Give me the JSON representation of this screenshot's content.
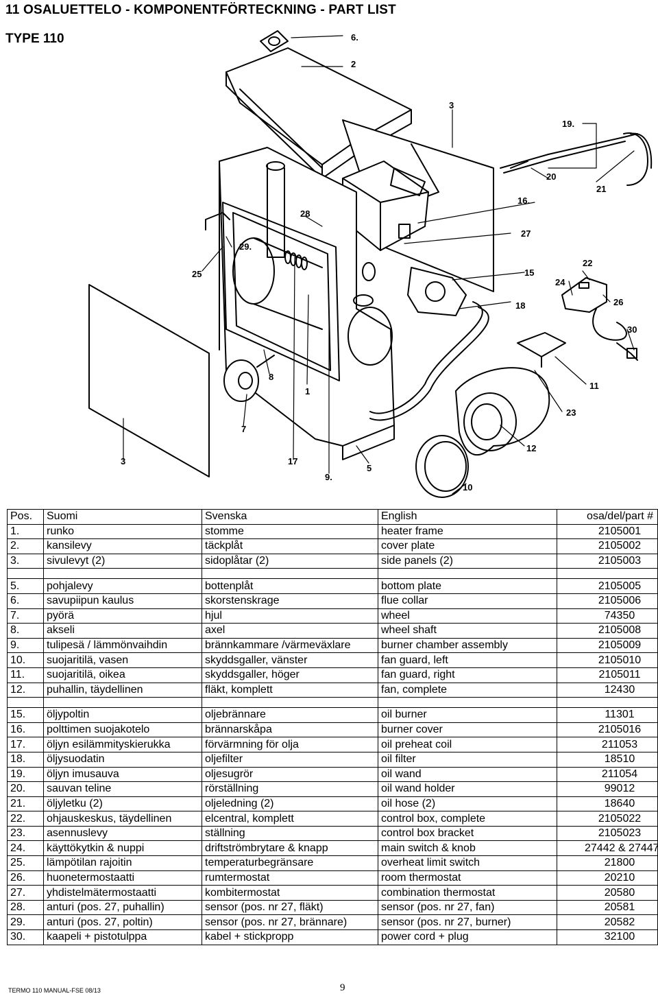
{
  "heading": "11  OSALUETTELO - KOMPONENTFÖRTECKNING - PART LIST",
  "type_label": "TYPE 110",
  "callouts": [
    "6.",
    "2",
    "3",
    "19.",
    "20",
    "21",
    "16.",
    "28",
    "27",
    "29.",
    "25",
    "15",
    "22",
    "24",
    "18",
    "26",
    "30",
    "8",
    "1",
    "11",
    "23",
    "7",
    "12",
    "3",
    "17",
    "5",
    "9.",
    "10"
  ],
  "table": {
    "headers": [
      "Pos.",
      "Suomi",
      "Svenska",
      "English",
      "osa/del/part #"
    ],
    "rows": [
      {
        "pos": "1.",
        "fi": "runko",
        "sv": "stomme",
        "en": "heater frame",
        "part": "2105001"
      },
      {
        "pos": "2.",
        "fi": "kansilevy",
        "sv": "täckplåt",
        "en": "cover plate",
        "part": "2105002"
      },
      {
        "pos": "3.",
        "fi": "sivulevyt (2)",
        "sv": "sidoplåtar (2)",
        "en": "side panels (2)",
        "part": "2105003"
      },
      {
        "pos": "",
        "fi": "",
        "sv": "",
        "en": "",
        "part": ""
      },
      {
        "pos": "5.",
        "fi": "pohjalevy",
        "sv": "bottenplåt",
        "en": "bottom plate",
        "part": "2105005"
      },
      {
        "pos": "6.",
        "fi": "savupiipun kaulus",
        "sv": "skorstenskrage",
        "en": "flue collar",
        "part": "2105006"
      },
      {
        "pos": "7.",
        "fi": "pyörä",
        "sv": "hjul",
        "en": "wheel",
        "part": "74350"
      },
      {
        "pos": "8.",
        "fi": "akseli",
        "sv": "axel",
        "en": "wheel shaft",
        "part": "2105008"
      },
      {
        "pos": "9.",
        "fi": "tulipesä / lämmönvaihdin",
        "sv": "brännkammare /värmeväxlare",
        "en": "burner chamber assembly",
        "part": "2105009"
      },
      {
        "pos": "10.",
        "fi": "suojaritilä, vasen",
        "sv": "skyddsgaller, vänster",
        "en": "fan guard, left",
        "part": "2105010"
      },
      {
        "pos": "11.",
        "fi": "suojaritilä, oikea",
        "sv": "skyddsgaller, höger",
        "en": "fan guard, right",
        "part": "2105011"
      },
      {
        "pos": "12.",
        "fi": "puhallin, täydellinen",
        "sv": "fläkt, komplett",
        "en": "fan, complete",
        "part": "12430"
      },
      {
        "pos": "",
        "fi": "",
        "sv": "",
        "en": "",
        "part": ""
      },
      {
        "pos": "15.",
        "fi": "öljypoltin",
        "sv": "oljebrännare",
        "en": "oil burner",
        "part": "11301"
      },
      {
        "pos": "16.",
        "fi": "polttimen suojakotelo",
        "sv": "brännarskåpa",
        "en": "burner cover",
        "part": "2105016"
      },
      {
        "pos": "17.",
        "fi": "öljyn esilämmityskierukka",
        "sv": "förvärmning för olja",
        "en": "oil preheat coil",
        "part": "211053"
      },
      {
        "pos": "18.",
        "fi": "öljysuodatin",
        "sv": "oljefilter",
        "en": "oil filter",
        "part": "18510"
      },
      {
        "pos": "19.",
        "fi": "öljyn imusauva",
        "sv": "oljesugrör",
        "en": "oil wand",
        "part": "211054"
      },
      {
        "pos": "20.",
        "fi": "sauvan teline",
        "sv": "rörställning",
        "en": "oil wand holder",
        "part": "99012"
      },
      {
        "pos": "21.",
        "fi": "öljyletku (2)",
        "sv": "oljeledning (2)",
        "en": "oil hose (2)",
        "part": "18640"
      },
      {
        "pos": "22.",
        "fi": "ohjauskeskus, täydellinen",
        "sv": "elcentral, komplett",
        "en": "control box, complete",
        "part": "2105022"
      },
      {
        "pos": "23.",
        "fi": "asennuslevy",
        "sv": "ställning",
        "en": "control box bracket",
        "part": "2105023"
      },
      {
        "pos": "24.",
        "fi": "käyttökytkin & nuppi",
        "sv": "driftströmbrytare & knapp",
        "en": "main switch & knob",
        "part": "27442 & 27447"
      },
      {
        "pos": "25.",
        "fi": "lämpötilan rajoitin",
        "sv": "temperaturbegränsare",
        "en": "overheat limit switch",
        "part": "21800"
      },
      {
        "pos": "26.",
        "fi": "huonetermostaatti",
        "sv": "rumtermostat",
        "en": "room thermostat",
        "part": "20210"
      },
      {
        "pos": "27.",
        "fi": "yhdistelmätermostaatti",
        "sv": "kombitermostat",
        "en": "combination thermostat",
        "part": "20580"
      },
      {
        "pos": "28.",
        "fi": "anturi (pos. 27, puhallin)",
        "sv": "sensor (pos. nr 27, fläkt)",
        "en": "sensor (pos. nr 27, fan)",
        "part": "20581"
      },
      {
        "pos": "29.",
        "fi": "anturi (pos. 27, poltin)",
        "sv": "sensor (pos. nr 27, brännare)",
        "en": "sensor (pos. nr 27, burner)",
        "part": "20582"
      },
      {
        "pos": "30.",
        "fi": "kaapeli + pistotulppa",
        "sv": "kabel + stickpropp",
        "en": "power cord + plug",
        "part": "32100"
      }
    ]
  },
  "footer": "TERMO 110 MANUAL-FSE   08/13",
  "page_number": "9"
}
